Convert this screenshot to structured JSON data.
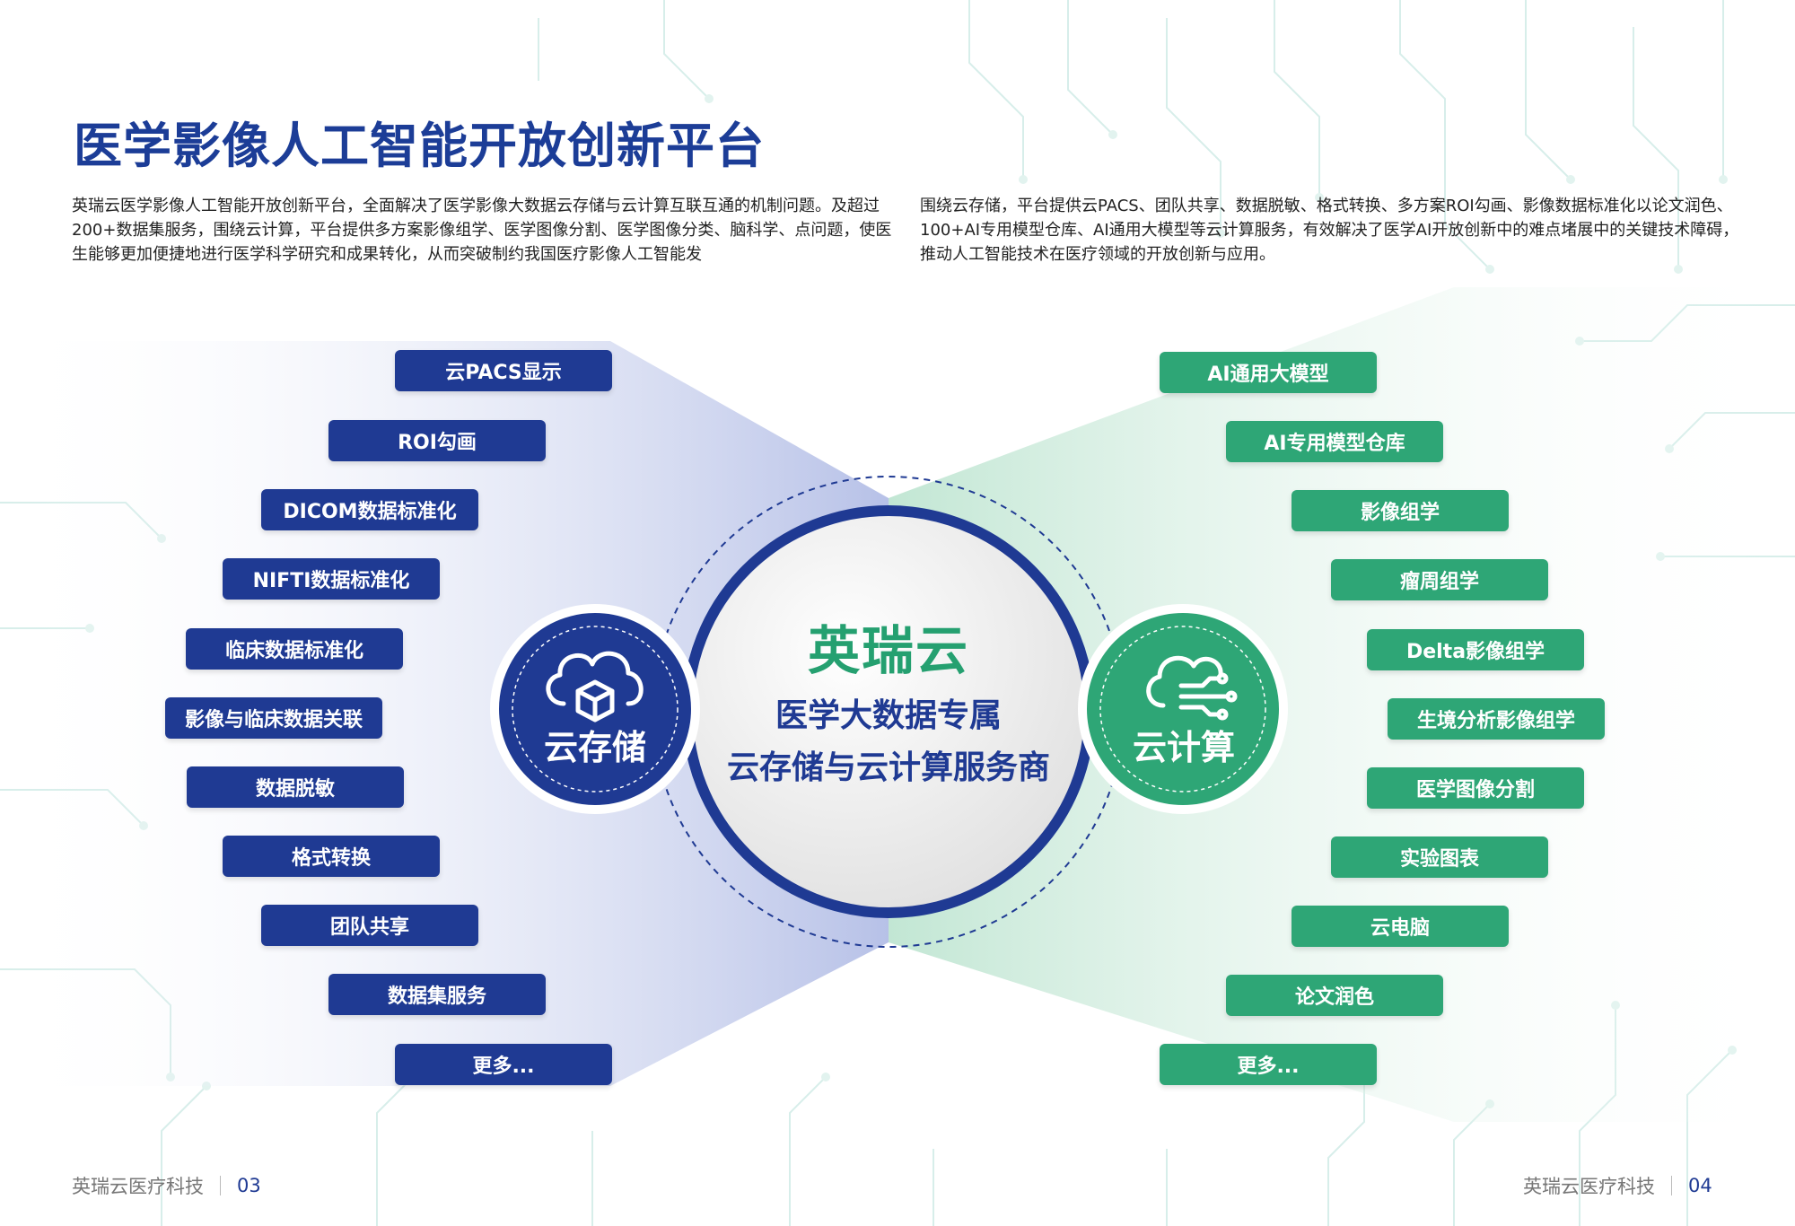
{
  "page": {
    "title": "医学影像人工智能开放创新平台",
    "intro_left": "英瑞云医学影像人工智能开放创新平台，全面解决了医学影像大数据云存储与云计算互联互通的机制问题。及超过200+数据集服务，围绕云计算，平台提供多方案影像组学、医学图像分割、医学图像分类、脑科学、点问题，使医生能够更加便捷地进行医学科学研究和成果转化，从而突破制约我国医疗影像人工智能发",
    "intro_right": "围绕云存储，平台提供云PACS、团队共享、数据脱敏、格式转换、多方案ROI勾画、影像数据标准化以论文润色、100+AI专用模型仓库、AI通用大模型等云计算服务，有效解决了医学AI开放创新中的难点堵展中的关键技术障碍，推动人工智能技术在医疗领域的开放创新与应用。"
  },
  "center": {
    "brand": "英瑞云",
    "line1": "医学大数据专属",
    "line2": "云存储与云计算服务商"
  },
  "storage": {
    "label": "云存储",
    "icon": "cloud-cube-icon",
    "items": [
      "云PACS显示",
      "ROI勾画",
      "DICOM数据标准化",
      "NIFTI数据标准化",
      "临床数据标准化",
      "影像与临床数据关联",
      "数据脱敏",
      "格式转换",
      "团队共享",
      "数据集服务",
      "更多..."
    ]
  },
  "compute": {
    "label": "云计算",
    "icon": "cloud-circuit-icon",
    "items": [
      "AI通用大模型",
      "AI专用模型仓库",
      "影像组学",
      "瘤周组学",
      "Delta影像组学",
      "生境分析影像组学",
      "医学图像分割",
      "实验图表",
      "云电脑",
      "论文润色",
      "更多..."
    ]
  },
  "footer": {
    "left_company": "英瑞云医疗科技",
    "left_page": "03",
    "right_company": "英瑞云医疗科技",
    "right_page": "04"
  },
  "colors": {
    "blue": "#1f3a93",
    "green": "#2ea676",
    "title_blue": "#1c3d97"
  }
}
